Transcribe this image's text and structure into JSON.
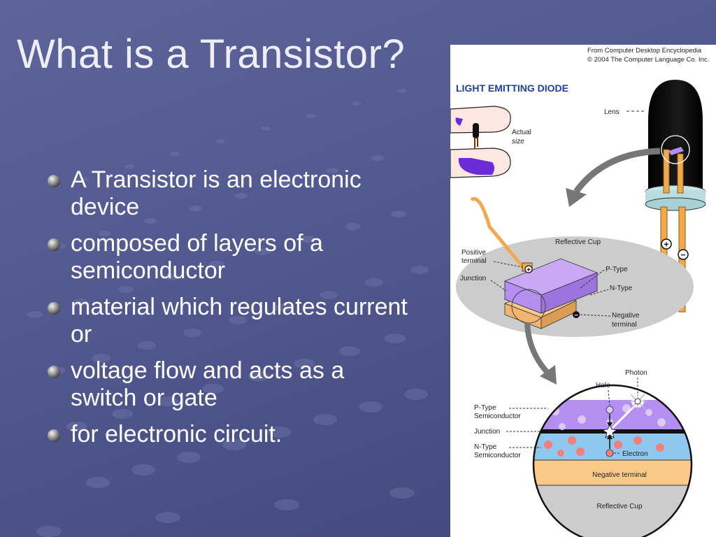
{
  "slide": {
    "title": "What is a Transistor?",
    "bullets": [
      "A Transistor is an electronic device",
      "composed of layers of a semiconductor",
      "material which regulates current or",
      "voltage flow and acts as a switch or gate",
      "for electronic circuit."
    ]
  },
  "figure": {
    "credit_line1": "From Computer Desktop Encyclopedia",
    "credit_line2": "© 2004 The Computer Language Co. Inc.",
    "heading": "LIGHT EMITTING DIODE",
    "actual_size_line1": "Actual",
    "actual_size_line2": "size",
    "lens": "Lens",
    "reflective_cup": "Reflective Cup",
    "positive_terminal_line1": "Positive",
    "positive_terminal_line2": "terminal",
    "junction": "Junction",
    "p_type": "P-Type",
    "n_type": "N-Type",
    "negative_terminal_line1": "Negative",
    "negative_terminal_line2": "terminal",
    "photon": "Photon",
    "hole": "Hole",
    "p_type_semi_line1": "P-Type",
    "p_type_semi_line2": "Semiconductor",
    "junction_detail": "Junction",
    "n_type_semi_line1": "N-Type",
    "n_type_semi_line2": "Semiconductor",
    "electron": "Electron",
    "negative_terminal_band": "Negative terminal",
    "reflective_cup_band": "Reflective Cup",
    "plus_sign": "+",
    "minus_sign": "−"
  },
  "colors": {
    "background": "#535a90",
    "heading_blue": "#1f3fa8",
    "p_type_purple": "#b48ef0",
    "n_type_blue": "#8ec8ef",
    "negative_orange": "#fbc98a",
    "cup_gray": "#cccccc",
    "lead_orange": "#f2a94c"
  }
}
